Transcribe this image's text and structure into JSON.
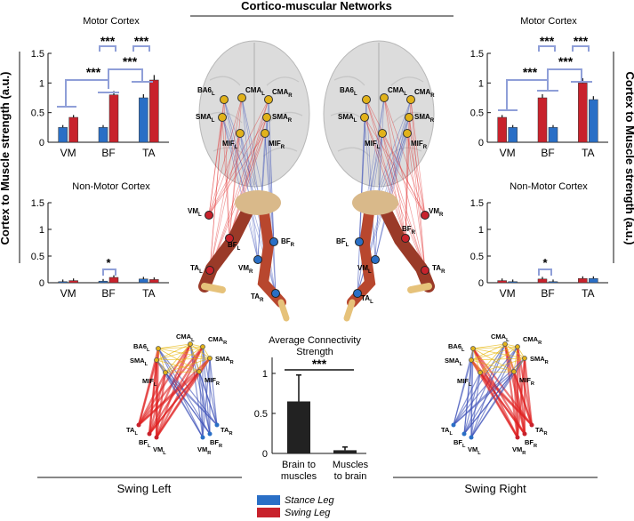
{
  "title": "Cortico-muscular Networks",
  "y_axis_label": "Cortex to Muscle strength (a.u.)",
  "colors": {
    "stance": "#2a6fc6",
    "swing": "#c8222c",
    "bracket": "#8f9fd8",
    "avg_bar": "#222222",
    "lines_stance": "#3b4fb8",
    "lines_swing": "#e02020",
    "cortex_lines": "#e6b400"
  },
  "panels": {
    "left_motor_title": "Motor Cortex",
    "left_nonmotor_title": "Non-Motor Cortex",
    "right_motor_title": "Motor Cortex",
    "right_nonmotor_title": "Non-Motor Cortex"
  },
  "sig": {
    "triple": "***",
    "single": "*"
  },
  "brain_left": {
    "labels": [
      "BA6",
      "CMA",
      "CMA",
      "SMA",
      "SMA",
      "MIF",
      "MIF"
    ],
    "subs": [
      "L",
      "L",
      "R",
      "L",
      "R",
      "L",
      "R"
    ]
  },
  "legs_left": {
    "labels": [
      "VM",
      "BF",
      "TA",
      "BF",
      "VM",
      "TA"
    ],
    "subs": [
      "L",
      "L",
      "L",
      "R",
      "R",
      "R"
    ]
  },
  "brain_right": {
    "labels": [
      "BA6",
      "CMA",
      "CMA",
      "SMA",
      "SMA",
      "MIF",
      "MIF"
    ],
    "subs": [
      "L",
      "L",
      "R",
      "L",
      "R",
      "L",
      "R"
    ]
  },
  "legs_right": {
    "labels": [
      "VM",
      "BF",
      "TA",
      "BF",
      "VM",
      "TA"
    ],
    "subs": [
      "R",
      "R",
      "R",
      "L",
      "L",
      "L"
    ]
  },
  "network_left": {
    "top": [
      "BA6",
      "CMA",
      "CMA",
      "SMA",
      "SMA",
      "MIF",
      "MIF"
    ],
    "top_subs": [
      "L",
      "L",
      "R",
      "L",
      "R",
      "L",
      "R"
    ],
    "bottom": [
      "TA",
      "BF",
      "VM",
      "VM",
      "BF",
      "TA"
    ],
    "bottom_subs": [
      "L",
      "L",
      "L",
      "R",
      "R",
      "R"
    ],
    "caption": "Swing Left"
  },
  "network_right": {
    "top": [
      "BA6",
      "CMA",
      "CMA",
      "SMA",
      "SMA",
      "MIF",
      "MIF"
    ],
    "top_subs": [
      "L",
      "L",
      "R",
      "L",
      "R",
      "L",
      "R"
    ],
    "bottom": [
      "TA",
      "BF",
      "VM",
      "VM",
      "BF",
      "TA"
    ],
    "bottom_subs": [
      "L",
      "L",
      "L",
      "R",
      "R",
      "R"
    ],
    "caption": "Swing Right"
  },
  "legend": [
    "Stance Leg",
    "Swing Leg"
  ],
  "chart_data": [
    {
      "type": "bar",
      "title": "Motor Cortex",
      "categories": [
        "VM",
        "BF",
        "TA"
      ],
      "ylim": [
        0,
        1.5
      ],
      "yticks": [
        0,
        0.5,
        1,
        1.5
      ],
      "series": [
        {
          "name": "Stance Leg",
          "values": [
            0.25,
            0.25,
            0.75
          ]
        },
        {
          "name": "Swing Leg",
          "values": [
            0.42,
            0.8,
            1.05
          ]
        }
      ]
    },
    {
      "type": "bar",
      "title": "Non-Motor Cortex",
      "categories": [
        "VM",
        "BF",
        "TA"
      ],
      "ylim": [
        0,
        1.5
      ],
      "yticks": [
        0,
        0.5,
        1,
        1.5
      ],
      "series": [
        {
          "name": "Stance Leg",
          "values": [
            0.02,
            0.03,
            0.07
          ]
        },
        {
          "name": "Swing Leg",
          "values": [
            0.04,
            0.1,
            0.06
          ]
        }
      ]
    },
    {
      "type": "bar",
      "title": "Motor Cortex",
      "categories": [
        "VM",
        "BF",
        "TA"
      ],
      "ylim": [
        0,
        1.5
      ],
      "yticks": [
        0,
        0.5,
        1,
        1.5
      ],
      "series": [
        {
          "name": "Swing Leg",
          "values": [
            0.42,
            0.75,
            1.0
          ]
        },
        {
          "name": "Stance Leg",
          "values": [
            0.25,
            0.25,
            0.72
          ]
        }
      ]
    },
    {
      "type": "bar",
      "title": "Non-Motor Cortex",
      "categories": [
        "VM",
        "BF",
        "TA"
      ],
      "ylim": [
        0,
        1.5
      ],
      "yticks": [
        0,
        0.5,
        1,
        1.5
      ],
      "series": [
        {
          "name": "Swing Leg",
          "values": [
            0.04,
            0.07,
            0.08
          ]
        },
        {
          "name": "Stance Leg",
          "values": [
            0.02,
            0.02,
            0.08
          ]
        }
      ]
    },
    {
      "type": "bar",
      "title": "Average Connectivity Strength",
      "categories": [
        "Brain to muscles",
        "Muscles to brain"
      ],
      "ylim": [
        0,
        1.2
      ],
      "yticks": [
        0,
        0.5,
        1
      ],
      "values": [
        0.65,
        0.04
      ],
      "errors": [
        0.33,
        0.04
      ]
    }
  ]
}
